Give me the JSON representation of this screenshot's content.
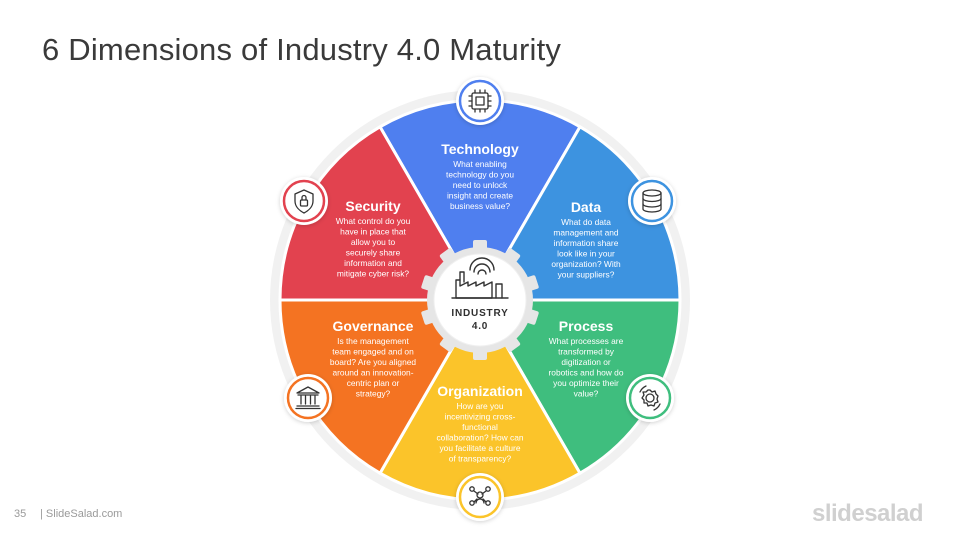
{
  "slide": {
    "title": "6 Dimensions of Industry 4.0 Maturity",
    "page_number": "35",
    "footer_site": "| SlideSalad.com",
    "brand": "slidesalad"
  },
  "hub": {
    "line1": "INDUSTRY",
    "line2": "4.0",
    "icon": "factory-wifi-icon"
  },
  "segments": [
    {
      "key": "technology",
      "title": "Technology",
      "lines": [
        "What enabling",
        "technology do you",
        "need to unlock",
        "insight and create",
        "business value?"
      ],
      "color": "#4F7FEF",
      "icon": "cpu-chip-icon"
    },
    {
      "key": "data",
      "title": "Data",
      "lines": [
        "What do data",
        "management and",
        "information share",
        "look like in your",
        "organization? With",
        "your suppliers?"
      ],
      "color": "#3D93E0",
      "icon": "database-icon"
    },
    {
      "key": "process",
      "title": "Process",
      "lines": [
        "What processes are",
        "transformed by",
        "digitization or",
        "robotics and how do",
        "you optimize their",
        "value?"
      ],
      "color": "#3FBE7E",
      "icon": "gears-cycle-icon"
    },
    {
      "key": "organization",
      "title": "Organization",
      "lines": [
        "How are you",
        "incentivizing cross-",
        "functional",
        "collaboration? How can",
        "you facilitate a culture",
        "of transparency?"
      ],
      "color": "#FBC42A",
      "icon": "team-network-icon"
    },
    {
      "key": "governance",
      "title": "Governance",
      "lines": [
        "Is the management",
        "team engaged and on",
        "board? Are you aligned",
        "around an innovation-",
        "centric plan or",
        "strategy?"
      ],
      "color": "#F47322",
      "icon": "institution-building-icon"
    },
    {
      "key": "security",
      "title": "Security",
      "lines": [
        "What control do you",
        "have in place that",
        "allow you to",
        "securely share",
        "information and",
        "mitigate cyber risk?"
      ],
      "color": "#E2424F",
      "icon": "shield-lock-icon"
    }
  ]
}
